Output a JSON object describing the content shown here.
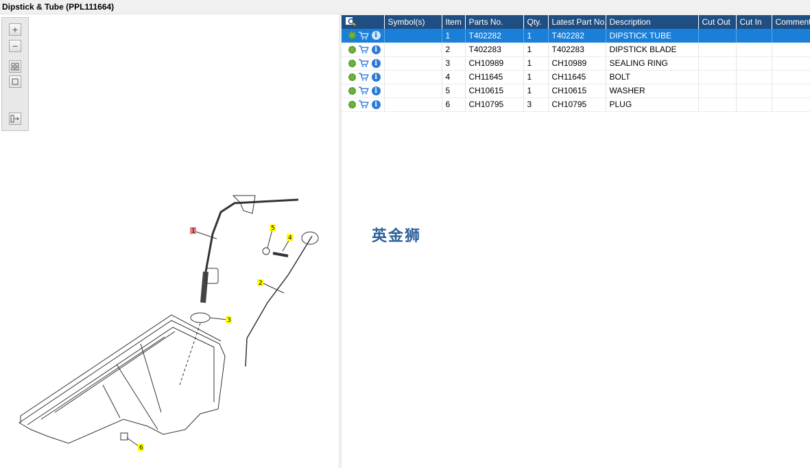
{
  "window": {
    "title": "Dipstick & Tube (PPL111664)"
  },
  "toolbar": {
    "zoom_in": "zoom-in-icon",
    "zoom_out": "zoom-out-icon",
    "fit": "fit-page-icon",
    "actual": "actual-size-icon",
    "export": "export-icon"
  },
  "table": {
    "headers": [
      "Symbol(s)",
      "Item",
      "Parts No.",
      "Qty.",
      "Latest Part No.",
      "Description",
      "Cut Out",
      "Cut In",
      "Comment"
    ],
    "rows": [
      {
        "item": "1",
        "part": "T402282",
        "qty": "1",
        "latest": "T402282",
        "desc": "DIPSTICK TUBE",
        "selected": true
      },
      {
        "item": "2",
        "part": "T402283",
        "qty": "1",
        "latest": "T402283",
        "desc": "DIPSTICK BLADE"
      },
      {
        "item": "3",
        "part": "CH10989",
        "qty": "1",
        "latest": "CH10989",
        "desc": "SEALING RING"
      },
      {
        "item": "4",
        "part": "CH11645",
        "qty": "1",
        "latest": "CH11645",
        "desc": "BOLT"
      },
      {
        "item": "5",
        "part": "CH10615",
        "qty": "1",
        "latest": "CH10615",
        "desc": "WASHER"
      },
      {
        "item": "6",
        "part": "CH10795",
        "qty": "3",
        "latest": "CH10795",
        "desc": "PLUG"
      }
    ]
  },
  "diagram": {
    "callouts": [
      "1",
      "2",
      "3",
      "4",
      "5",
      "6"
    ]
  },
  "watermark": "英金狮",
  "colors": {
    "header": "#1f4f82",
    "selected": "#1a7fd8",
    "callout": "#ffff00",
    "callout_selected": "#f08080"
  }
}
